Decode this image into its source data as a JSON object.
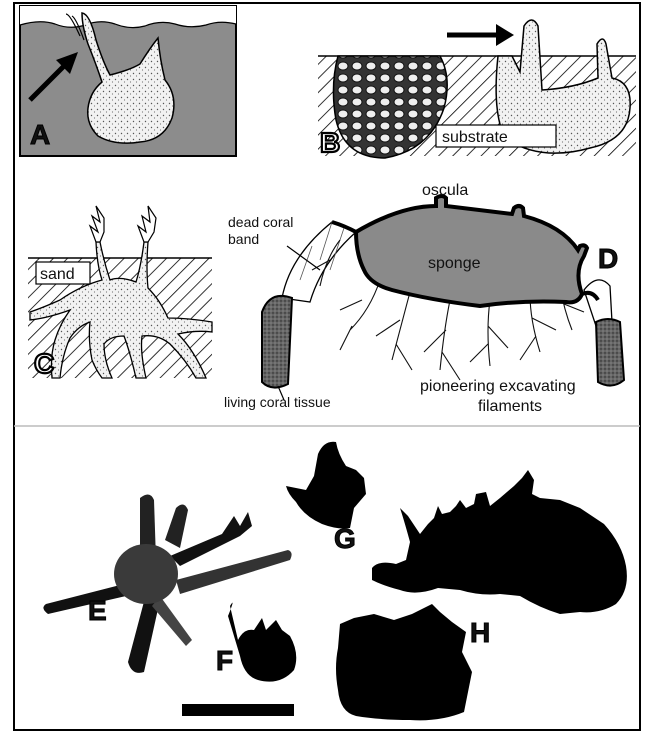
{
  "panels": {
    "A": {
      "letter": "A"
    },
    "B": {
      "letter": "B",
      "label": "substrate"
    },
    "C": {
      "letter": "C",
      "label": "sand"
    },
    "D": {
      "letter": "D",
      "oscula": "oscula",
      "sponge": "sponge",
      "dead_coral_line1": "dead coral",
      "dead_coral_line2": "band",
      "living": "living coral tissue",
      "pioneering_line1": "pioneering excavating",
      "pioneering_line2": "filaments"
    }
  },
  "bottom": {
    "E": "E",
    "F": "F",
    "G": "G",
    "H": "H"
  },
  "colors": {
    "panel_fill": "#8c8c8c",
    "sponge_fill": "#8a8a8a",
    "silhouette": "#000000",
    "silhouette_gray": "#3a3a3a",
    "frame": "#000000"
  },
  "icons": [
    "arrow-icon",
    "arrow-icon",
    "scale-bar"
  ]
}
